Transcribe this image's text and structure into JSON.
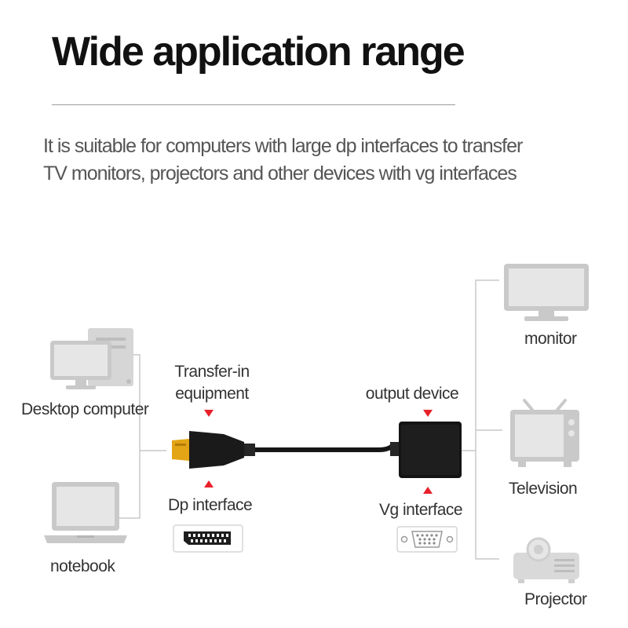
{
  "header": {
    "title": "Wide application range",
    "description_line1": "It is suitable for computers with large dp interfaces to transfer",
    "description_line2": "TV monitors, projectors and other devices with vg interfaces"
  },
  "diagram": {
    "sources": {
      "desktop_label": "Desktop computer",
      "notebook_label": "notebook"
    },
    "cable": {
      "transfer_in_line1": "Transfer-in",
      "transfer_in_line2": "equipment",
      "dp_interface_label": "Dp interface",
      "output_device_label": "output device",
      "vg_interface_label": "Vg interface"
    },
    "targets": {
      "monitor_label": "monitor",
      "television_label": "Television",
      "projector_label": "Projector"
    }
  },
  "colors": {
    "icon_gray": "#cfcfcf",
    "arrow_red": "#e8202a",
    "connector_gold": "#e3a516",
    "cable_black": "#161616"
  }
}
